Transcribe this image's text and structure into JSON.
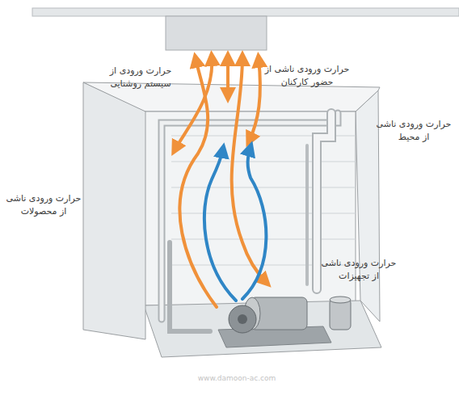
{
  "diagram": {
    "labels": [
      "حرارت ورودی از سیستم روشنایی",
      "حرارت ورودی ناشی از حضور کارکنان",
      "حرارت ورودی ناشی از محیط",
      "حرارت ورودی ناشی از محصولات",
      "حرارت ورودی ناشی از تجهیزات",
      "www.damoon-ac.com"
    ]
  }
}
